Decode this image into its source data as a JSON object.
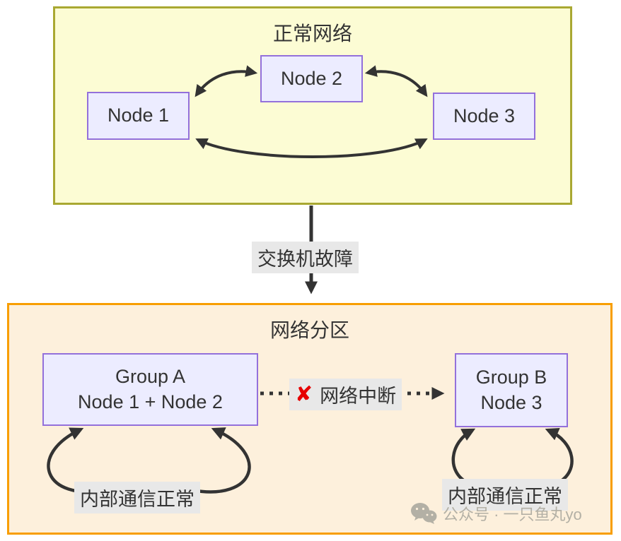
{
  "top_section": {
    "title": "正常网络",
    "nodes": [
      {
        "label": "Node 1"
      },
      {
        "label": "Node 2"
      },
      {
        "label": "Node 3"
      }
    ],
    "connections": [
      "Node 1 <-> Node 2",
      "Node 2 <-> Node 3",
      "Node 1 <-> Node 3"
    ]
  },
  "transition": {
    "label": "交换机故障",
    "direction": "down"
  },
  "bottom_section": {
    "title": "网络分区",
    "group_a": {
      "line1": "Group A",
      "line2": "Node 1 + Node 2"
    },
    "group_b": {
      "line1": "Group B",
      "line2": "Node 3"
    },
    "break_label": {
      "x_mark": "✘",
      "text": "网络中断"
    },
    "internal_left": "内部通信正常",
    "internal_right": "内部通信正常"
  },
  "watermark": {
    "text": "公众号 · 一只鱼丸yo"
  },
  "colors": {
    "top_box_bg": "#fcfcd4",
    "top_box_border": "#a9a832",
    "bottom_box_bg": "#fdf0dc",
    "bottom_box_border": "#f89e00",
    "node_bg": "#ececff",
    "node_border": "#9370db",
    "label_bg": "#e8e8e8",
    "arrow": "#333333",
    "x_red": "#e60000",
    "text": "#333333",
    "watermark": "#b3b0a5"
  }
}
